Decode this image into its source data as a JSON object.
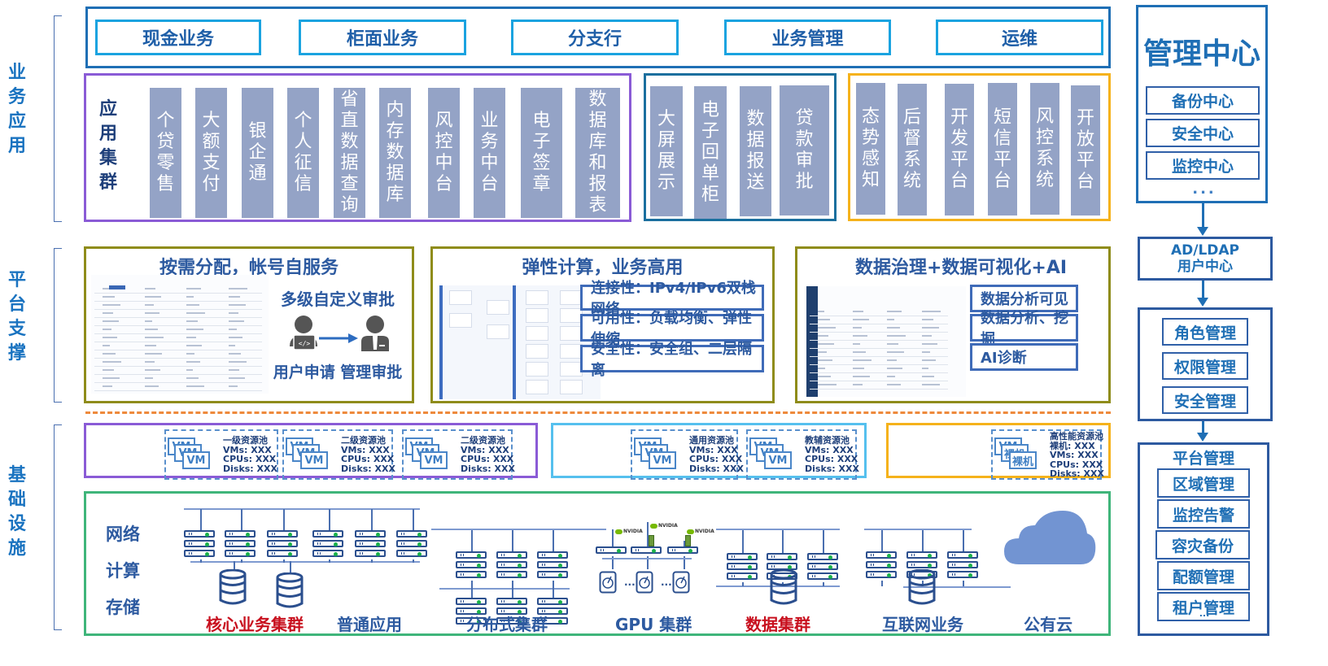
{
  "layers": {
    "business": "业务应用",
    "platform": "平台支撑",
    "infrastructure": "基础设施"
  },
  "business_services": [
    "现金业务",
    "柜面业务",
    "分支行",
    "业务管理",
    "运维"
  ],
  "app_cluster": {
    "label": "应用集群",
    "group1": [
      "个贷零售",
      "大额支付",
      "银企通",
      "个人征信",
      "省直数据查询",
      "内存数据库",
      "风控中台",
      "业务中台",
      "电子签章",
      "数据库和报表"
    ],
    "group2": [
      "大屏展示",
      "电子回单柜",
      "数据报送",
      "贷款审批"
    ],
    "group3": [
      "态势感知",
      "后督系统",
      "开发平台",
      "短信平台",
      "风控系统",
      "开放平台"
    ]
  },
  "management": {
    "title": "管理中心",
    "centers": [
      "备份中心",
      "安全中心",
      "监控中心"
    ],
    "more": "...",
    "user_center": [
      "AD/LDAP",
      "用户中心"
    ],
    "permissions": [
      "角色管理",
      "权限管理",
      "安全管理"
    ],
    "platform_title": "平台管理",
    "platform_items": [
      "区域管理",
      "监控告警",
      "容灾备份",
      "配额管理",
      "租户管理"
    ],
    "platform_more": "..."
  },
  "platform_support": {
    "panel1": {
      "title": "按需分配，帐号自服务",
      "subtitle": "多级自定义审批",
      "flow_caption": "用户申请 管理审批",
      "code_glyph": "</>"
    },
    "panel2": {
      "title": "弹性计算，业务高用",
      "features": [
        "连接性：IPv4/IPv6双栈网络",
        "可用性：负载均衡、弹性伸缩",
        "安全性：安全组、二层隔离"
      ]
    },
    "panel3": {
      "title": "数据治理+数据可视化+AI",
      "features": [
        "数据分析可见",
        "数据分析、挖掘",
        "AI诊断"
      ]
    }
  },
  "resource_pools": [
    {
      "name": "一级资源池",
      "unit": "VM",
      "lines": [
        "VMs: XXX",
        "CPUs: XXX",
        "Disks: XXX"
      ]
    },
    {
      "name": "二级资源池",
      "unit": "VM",
      "lines": [
        "VMs: XXX",
        "CPUs: XXX",
        "Disks: XXX"
      ]
    },
    {
      "name": "二级资源池",
      "unit": "VM",
      "lines": [
        "VMs: XXX",
        "CPUs: XXX",
        "Disks: XXX"
      ]
    },
    {
      "name": "通用资源池",
      "unit": "VM",
      "lines": [
        "VMs: XXX",
        "CPUs: XXX",
        "Disks: XXX"
      ]
    },
    {
      "name": "教辅资源池",
      "unit": "VM",
      "lines": [
        "VMs: XXX",
        "CPUs: XXX",
        "Disks: XXX"
      ]
    },
    {
      "name": "高性能资源池",
      "unit": "裸机",
      "unit_back": "VM",
      "lines": [
        "裸机: XXX",
        "VMs: XXX",
        "CPUs: XXX",
        "Disks: XXX"
      ]
    }
  ],
  "infrastructure": {
    "labels": [
      "网络",
      "计算",
      "存储"
    ],
    "clusters": [
      "核心业务集群",
      "普通应用",
      "分布式集群",
      "GPU 集群",
      "数据集群",
      "互联网业务",
      "公有云"
    ],
    "gpu_brand": "NVIDIA",
    "ellipsis": "···"
  },
  "colors": {
    "primary": "#1f6fb5",
    "app_column": "#94a3c6",
    "purple_frame": "#8a5bd6",
    "teal_frame": "#1a6f9e",
    "orange_frame": "#f5b21b",
    "olive_frame": "#8f8c1a",
    "cyan_frame": "#55c0ee",
    "green_frame": "#3fb57a",
    "highlight_red": "#c8101e"
  }
}
